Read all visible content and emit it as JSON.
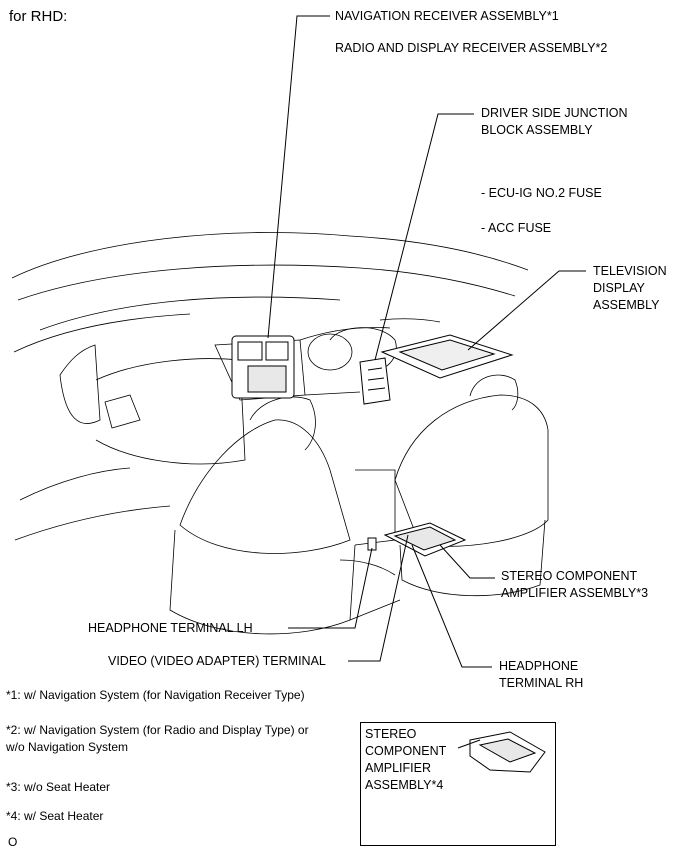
{
  "header": {
    "variant": "for RHD:"
  },
  "labels": {
    "nav_receiver": "NAVIGATION RECEIVER ASSEMBLY*1",
    "radio_display": "RADIO AND DISPLAY RECEIVER ASSEMBLY*2",
    "junction_block": "DRIVER SIDE JUNCTION\nBLOCK ASSEMBLY",
    "ecu_ig_fuse": "- ECU-IG NO.2 FUSE",
    "acc_fuse": "- ACC FUSE",
    "tv_display": "TELEVISION\nDISPLAY\nASSEMBLY",
    "stereo_amp_3": "STEREO COMPONENT\nAMPLIFIER ASSEMBLY*3",
    "headphone_lh": "HEADPHONE TERMINAL LH",
    "video_terminal": "VIDEO (VIDEO ADAPTER) TERMINAL",
    "headphone_rh": "HEADPHONE\nTERMINAL RH"
  },
  "inset": {
    "label": "STEREO\nCOMPONENT\nAMPLIFIER\nASSEMBLY*4"
  },
  "notes": [
    "*1: w/ Navigation System (for Navigation Receiver Type)",
    "*2: w/ Navigation System (for Radio and Display Type) or\nw/o Navigation System",
    "*3: w/o Seat Heater",
    "*4: w/ Seat Heater"
  ],
  "footer": {
    "code": "O"
  }
}
